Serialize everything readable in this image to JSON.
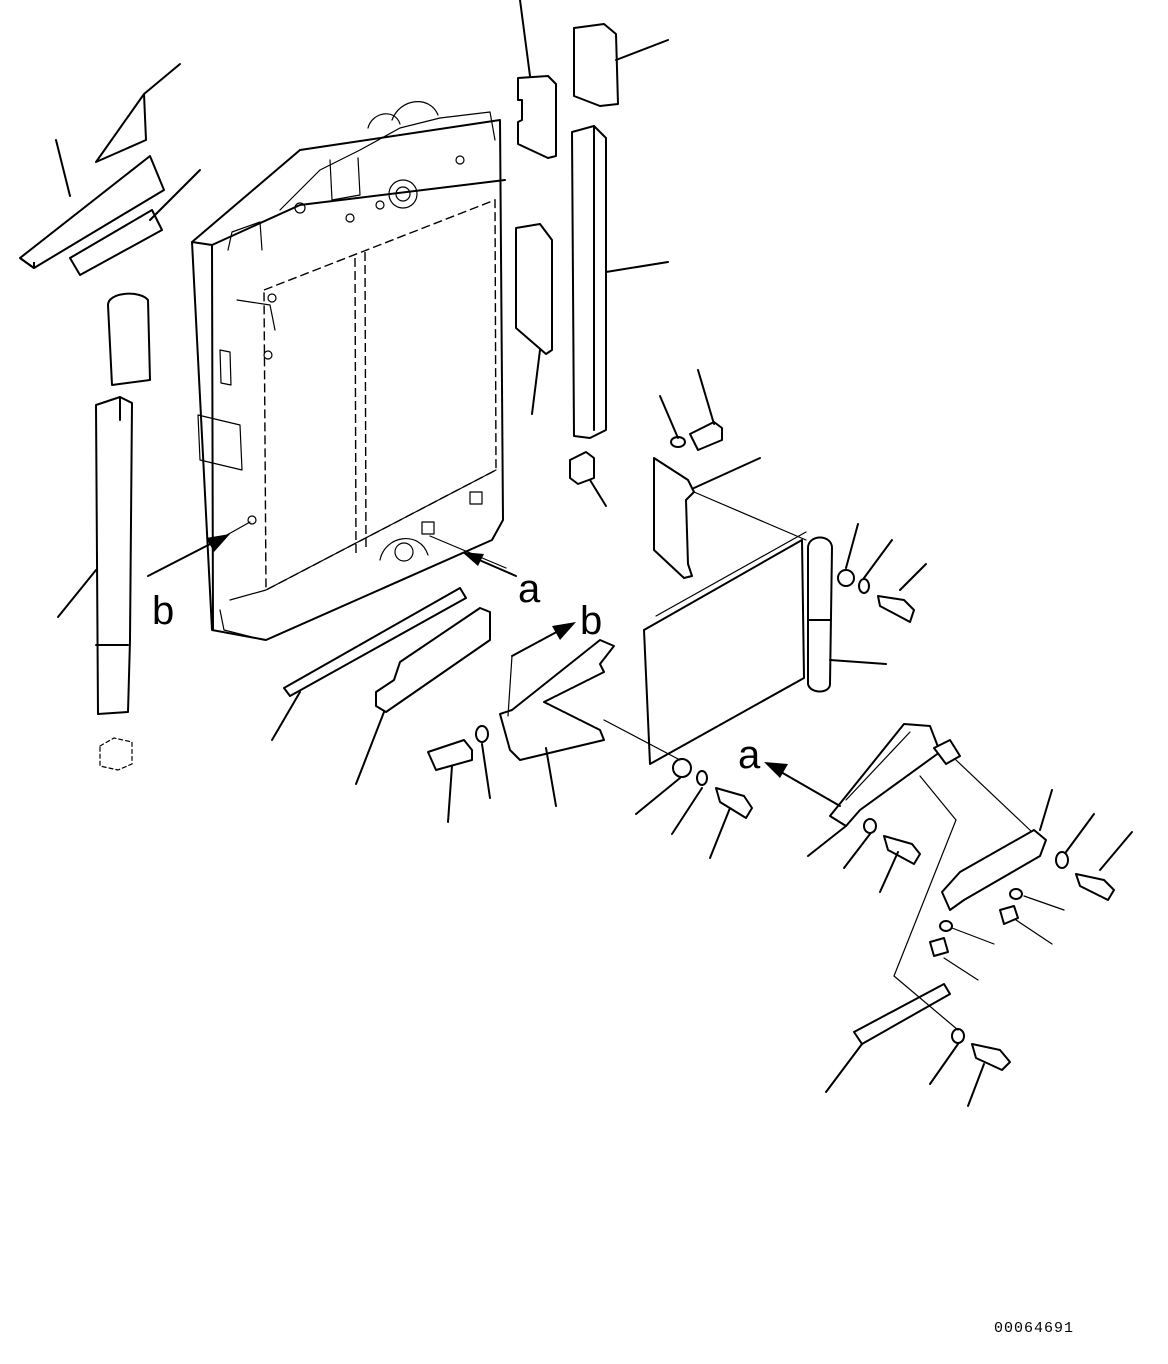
{
  "callouts": {
    "a_main": "a",
    "b_main": "b",
    "a_detail": "a",
    "b_detail": "b"
  },
  "drawing_number": "00064691"
}
